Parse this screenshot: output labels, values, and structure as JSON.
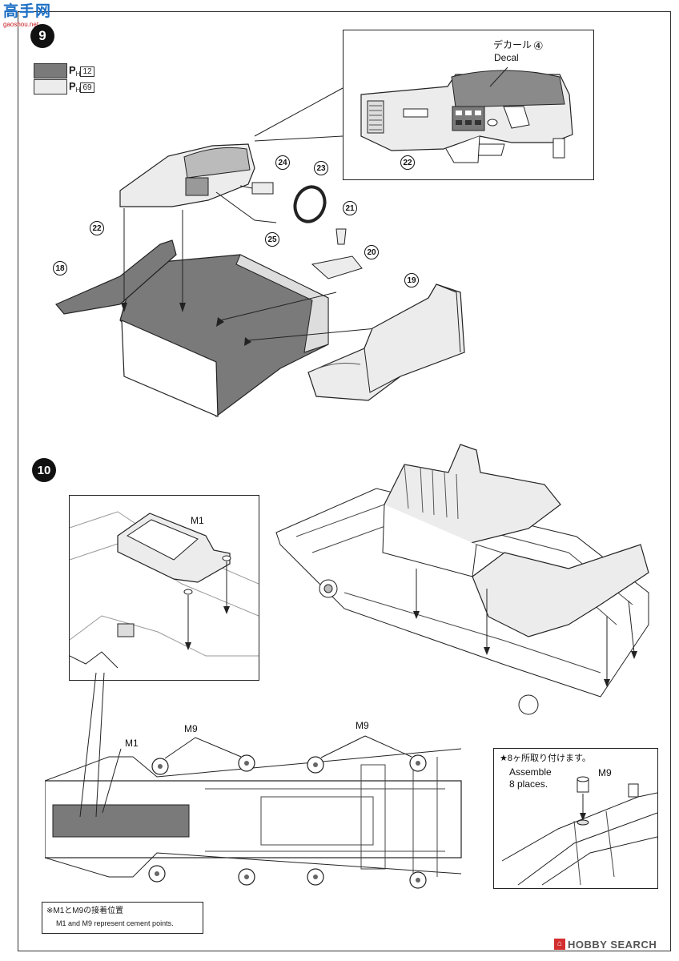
{
  "header": {
    "logo_text": "高手网",
    "logo_sub": "gaoshou.net",
    "step9": "9",
    "step10": "10"
  },
  "paint_legend": [
    {
      "color": "#7a7a7a",
      "prefix": "P",
      "sub": "H",
      "code": "12"
    },
    {
      "color": "#ececec",
      "prefix": "P",
      "sub": "H",
      "code": "69"
    }
  ],
  "step9": {
    "decal_jp": "デカール",
    "decal_en": "Decal",
    "decal_no": "④",
    "parts": {
      "p18": "18",
      "p19": "19",
      "p20": "20",
      "p21": "21",
      "p22": "22",
      "p22b": "22",
      "p23": "23",
      "p24": "24",
      "p25": "25"
    }
  },
  "step10": {
    "m1_inset": "M1",
    "m1_bottom": "M1",
    "m9_left": "M9",
    "m9_right": "M9",
    "assemble_jp": "★8ヶ所取り付けます。",
    "assemble_en1": "Assemble",
    "assemble_en2": "8 places.",
    "m9_inset": "M9",
    "cement_jp": "※M1とM9の接着位置",
    "cement_en": "M1 and M9 represent cement points."
  },
  "footer": {
    "brand": "HOBBY SEARCH"
  }
}
